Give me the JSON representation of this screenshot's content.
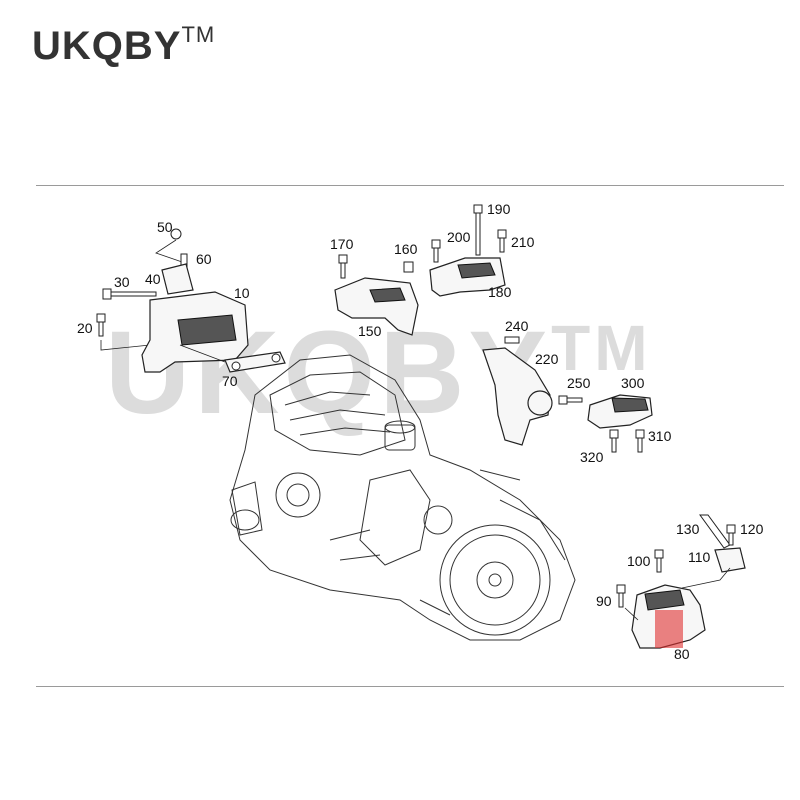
{
  "brand": {
    "name": "UKQBY",
    "trademark": "TM"
  },
  "watermark": {
    "name": "UKQBY",
    "trademark": "TM"
  },
  "highlight_color": "#e03030",
  "callouts": {
    "c10": "10",
    "c20": "20",
    "c30": "30",
    "c40": "40",
    "c50": "50",
    "c60": "60",
    "c70": "70",
    "c80": "80",
    "c90": "90",
    "c100": "100",
    "c110": "110",
    "c120": "120",
    "c130": "130",
    "c150": "150",
    "c160": "160",
    "c170": "170",
    "c180": "180",
    "c190": "190",
    "c200": "200",
    "c210": "210",
    "c220": "220",
    "c240": "240",
    "c250": "250",
    "c300": "300",
    "c310": "310",
    "c320": "320"
  }
}
